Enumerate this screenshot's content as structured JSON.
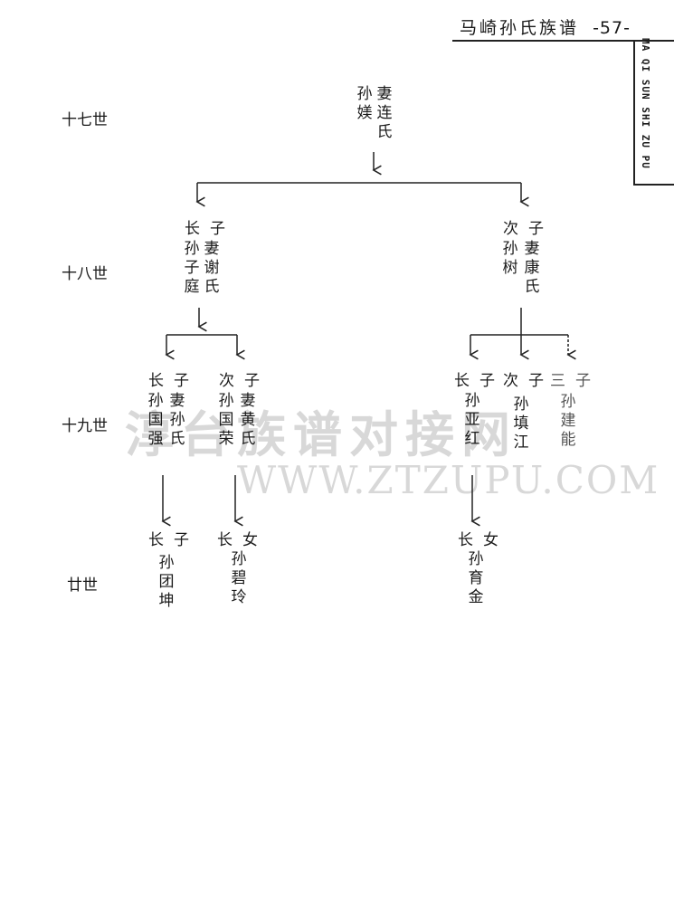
{
  "header": {
    "title": "马崎孙氏族谱",
    "page": "-57-"
  },
  "side_label": "MA QI SUN SHI ZU PU",
  "watermark": {
    "line1": "淳台族谱对接网",
    "line2": "WWW.ZTZUPU.COM"
  },
  "generations": {
    "g17": "十七世",
    "g18": "十八世",
    "g19": "十九世",
    "g20": "廿世"
  },
  "people": {
    "root": {
      "name": "孙媄",
      "spouse": "妻连氏"
    },
    "son1": {
      "title": "长子",
      "name": "孙子庭",
      "spouse": "妻谢氏"
    },
    "son2": {
      "title": "次子",
      "name": "孙树",
      "spouse": "妻康氏"
    },
    "gs1": {
      "title": "长子",
      "name": "孙国强",
      "spouse": "妻孙氏"
    },
    "gs2": {
      "title": "次子",
      "name": "孙国荣",
      "spouse": "妻黄氏"
    },
    "gs3": {
      "title": "长子",
      "name": "孙亚红"
    },
    "gs4": {
      "title": "次子",
      "name": "孙填江"
    },
    "gs5": {
      "title": "三子",
      "name": "孙建能"
    },
    "ggc1": {
      "title": "长子",
      "name": "孙团坤"
    },
    "ggc2": {
      "title": "长女",
      "name": "孙碧玲"
    },
    "ggc3": {
      "title": "长女",
      "name": "孙育金"
    }
  }
}
